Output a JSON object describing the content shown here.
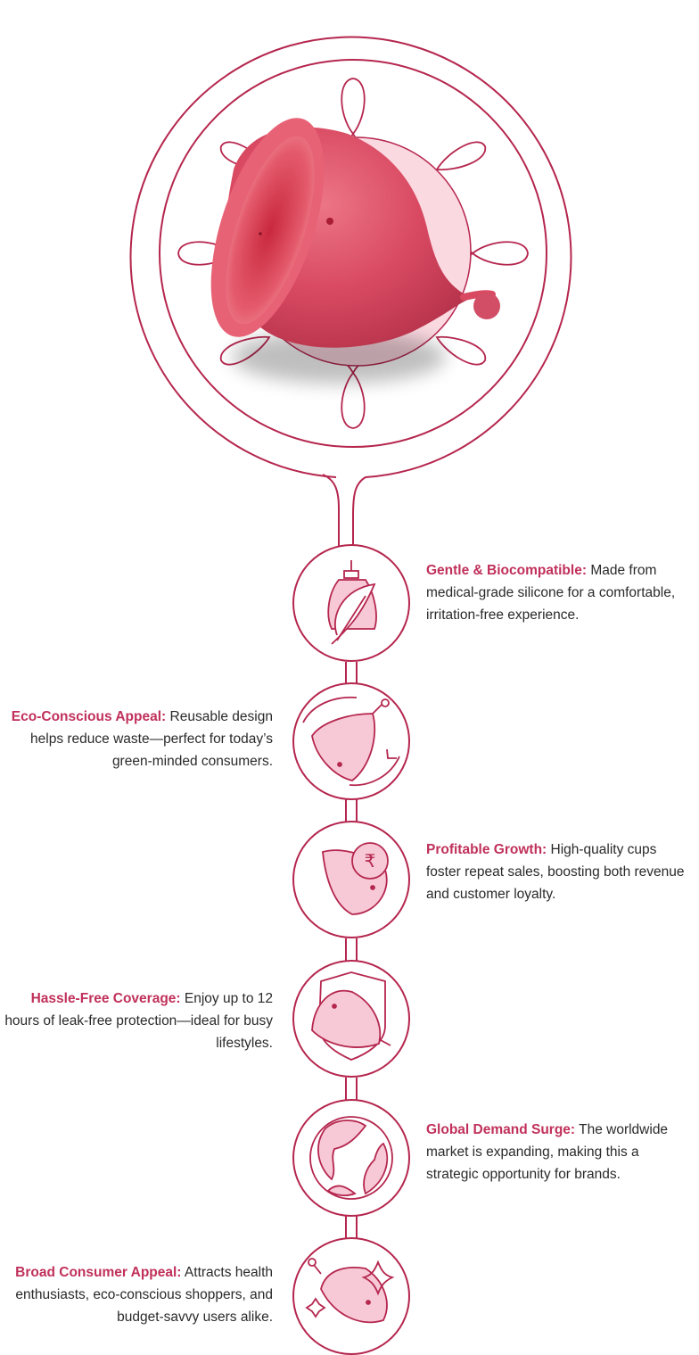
{
  "colors": {
    "accent": "#b5264e",
    "title": "#c0305a",
    "icon_fill": "#f7c9d6",
    "cup": "#d94a62"
  },
  "features": [
    {
      "title": "Gentle & Biocompatible:",
      "text": "Made from medical-grade silicone for a comfortable, irritation-free experience.",
      "side": "right",
      "icon": "cup-feather-icon"
    },
    {
      "title": "Eco-Conscious Appeal:",
      "text": "Reusable design helps reduce waste—perfect for today’s green-minded consumers.",
      "side": "left",
      "icon": "cup-recycle-icon"
    },
    {
      "title": "Profitable Growth:",
      "text": "High-quality cups foster repeat sales, boosting both revenue and customer loyalty.",
      "side": "right",
      "icon": "cup-rupee-icon"
    },
    {
      "title": "Hassle-Free Coverage:",
      "text": "Enjoy up to 12 hours of leak-free protection—ideal for busy lifestyles.",
      "side": "left",
      "icon": "cup-shield-icon"
    },
    {
      "title": "Global Demand Surge:",
      "text": "The worldwide market is expanding, making this a strategic opportunity for brands.",
      "side": "right",
      "icon": "globe-icon"
    },
    {
      "title": "Broad Consumer Appeal:",
      "text": "Attracts health enthusiasts, eco-conscious shoppers, and budget-savvy users alike.",
      "side": "left",
      "icon": "cup-sparkle-icon"
    }
  ]
}
